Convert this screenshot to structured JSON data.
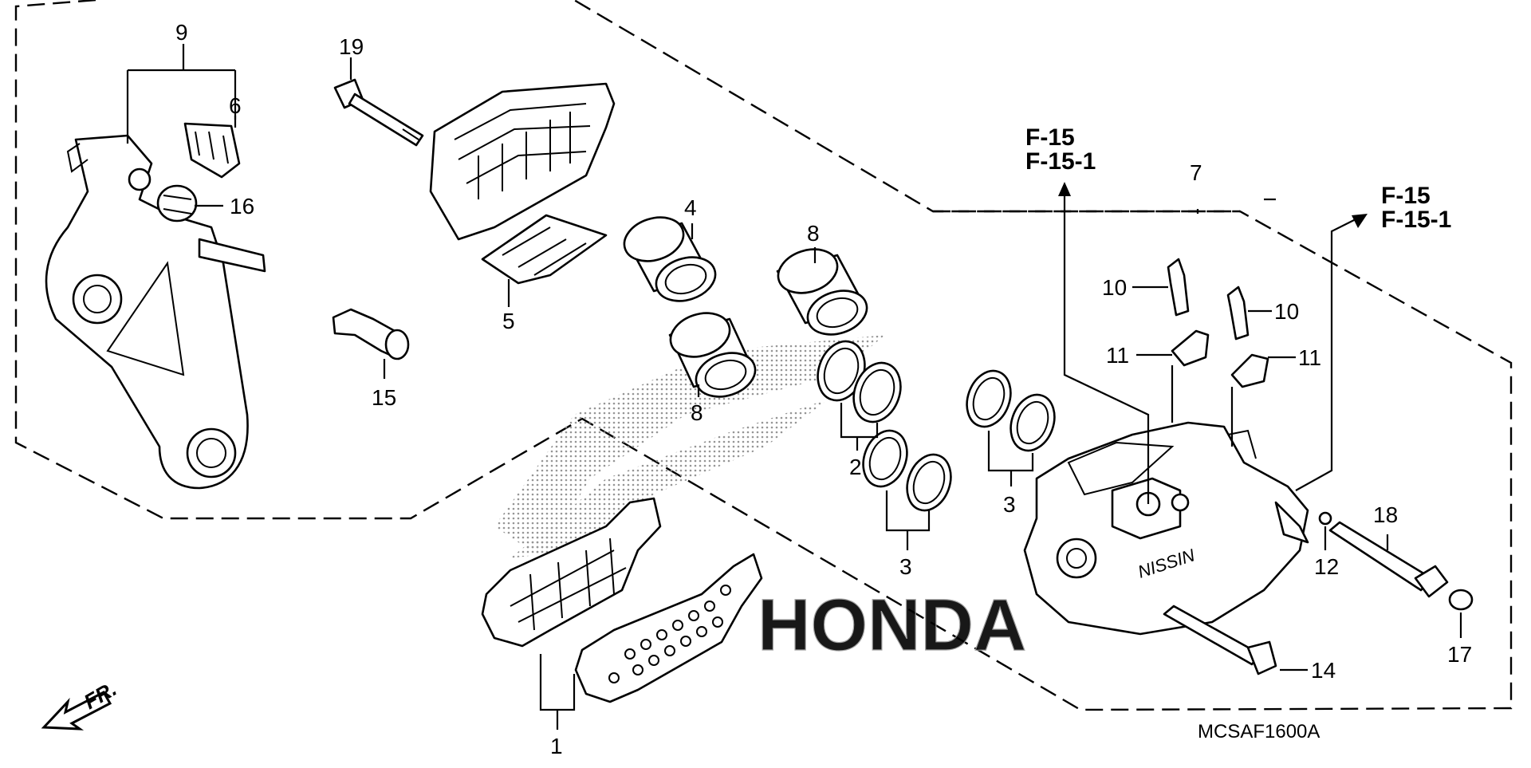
{
  "diagram": {
    "callouts": {
      "c1": "1",
      "c2": "2",
      "c3a": "3",
      "c3b": "3",
      "c4": "4",
      "c5": "5",
      "c6": "6",
      "c7": "7",
      "c8a": "8",
      "c8b": "8",
      "c9": "9",
      "c10a": "10",
      "c10b": "10",
      "c11a": "11",
      "c11b": "11",
      "c12": "12",
      "c14": "14",
      "c15": "15",
      "c16": "16",
      "c17": "17",
      "c18": "18",
      "c19": "19"
    },
    "references": {
      "ref_a_line1": "F-15",
      "ref_a_line2": "F-15-1",
      "ref_b_line1": "F-15",
      "ref_b_line2": "F-15-1"
    },
    "front_label": "FR.",
    "diagram_code": "MCSAF1600A",
    "caliper_brand": "NISSIN",
    "watermark": "HONDA"
  }
}
